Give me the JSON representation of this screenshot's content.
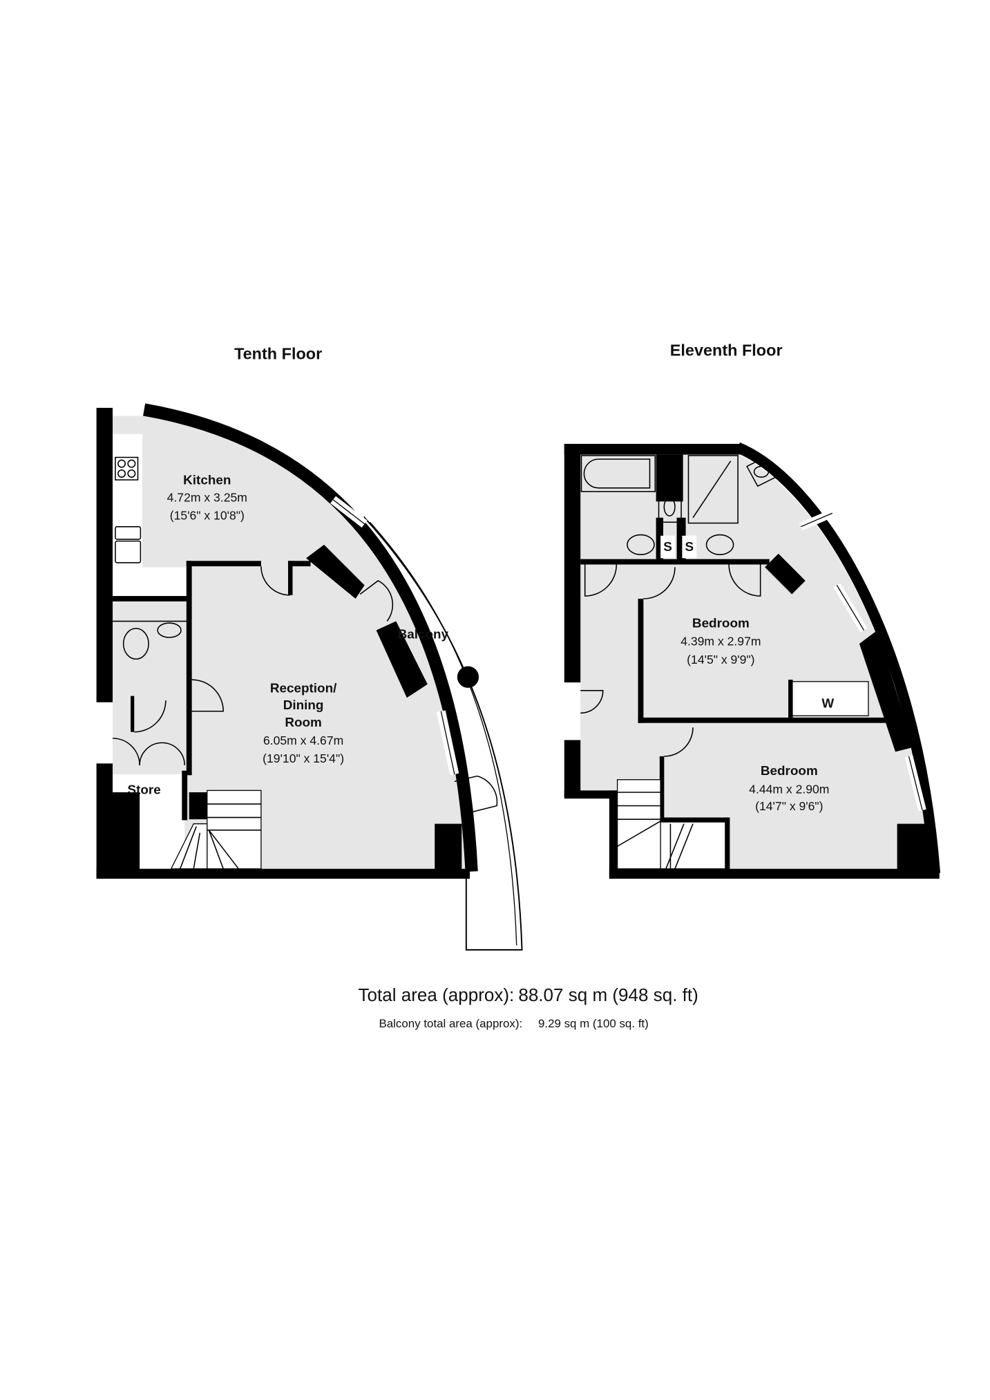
{
  "floors": [
    {
      "title": "Tenth Floor",
      "rooms": [
        {
          "name": "Kitchen",
          "dims_m": "4.72m x 3.25m",
          "dims_ft": "(15'6\" x 10'8\")"
        },
        {
          "name_lines": [
            "Reception/",
            "Dining",
            "Room"
          ],
          "dims_m": "6.05m x 4.67m",
          "dims_ft": "(19'10\" x 15'4\")"
        }
      ],
      "labels": {
        "store": "Store",
        "balcony": "Balcony"
      }
    },
    {
      "title": "Eleventh Floor",
      "rooms": [
        {
          "name": "Bedroom",
          "dims_m": "4.39m x 2.97m",
          "dims_ft": "(14'5\" x 9'9\")"
        },
        {
          "name": "Bedroom",
          "dims_m": "4.44m x 2.90m",
          "dims_ft": "(14'7\" x 9'6\")"
        }
      ],
      "labels": {
        "wardrobe": "W",
        "stack1": "S",
        "stack2": "S"
      }
    }
  ],
  "totals": {
    "total_label": "Total area (approx):",
    "total_value": "88.07 sq m (948 sq. ft)",
    "balcony_label": "Balcony total area (approx):",
    "balcony_value": "9.29 sq m (100 sq. ft)"
  },
  "colors": {
    "room_fill": "#e6e6e6",
    "wall": "#000000"
  }
}
